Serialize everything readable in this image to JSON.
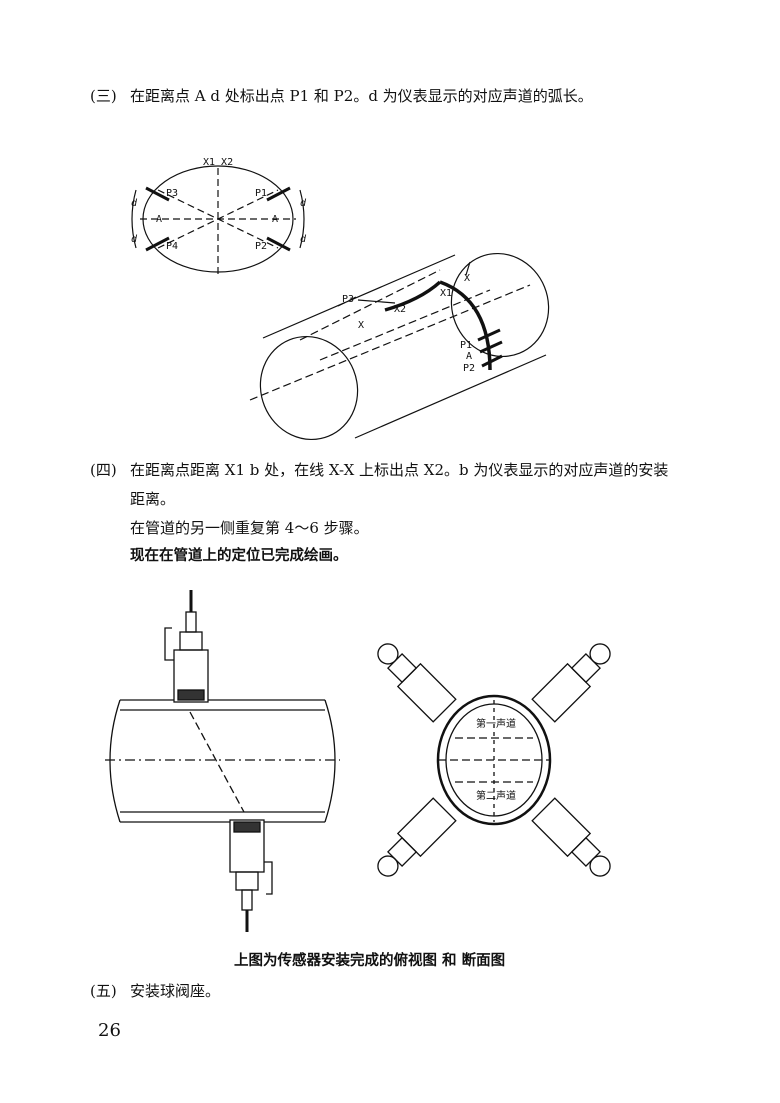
{
  "step3": {
    "num": "(三)",
    "text": "在距离点 A d 处标出点 P1 和 P2。d 为仪表显示的对应声道的弧长。"
  },
  "step4": {
    "num": "(四)",
    "line1": "在距离点距离 X1 b 处，在线 X-X 上标出点 X2。b 为仪表显示的对应声道的安装",
    "line2": "距离。",
    "line3": "在管道的另一侧重复第 4～6 步骤。",
    "line4": "现在在管道上的定位已完成绘画。"
  },
  "figure1": {
    "ellipse_labels": {
      "x1x2": "X1 X2",
      "p1": "P1",
      "p2": "P2",
      "p3": "P3",
      "p4": "P4",
      "a_left": "A",
      "a_right": "A",
      "d": "d"
    },
    "cylinder_labels": {
      "p3": "P3",
      "x2": "X2",
      "x_top": "X",
      "x_bottom": "X",
      "x1": "X1",
      "p1": "P1",
      "a": "A",
      "p2": "P2"
    }
  },
  "figure2": {
    "caption": "上图为传感器安装完成的俯视图 和 断面图",
    "channel1": "第一声道",
    "channel2": "第二声道"
  },
  "step5": {
    "num": "(五)",
    "text": "安装球阀座。"
  },
  "page_number": "26"
}
